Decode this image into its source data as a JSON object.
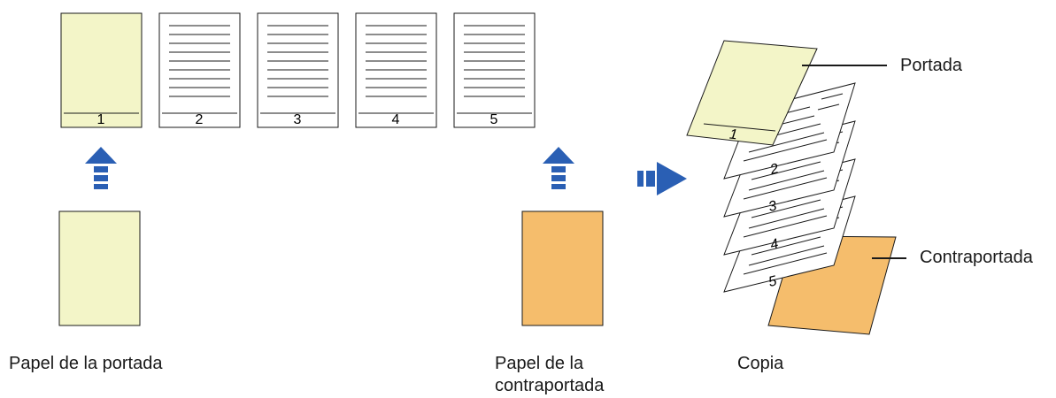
{
  "colors": {
    "cover_yellow": "#f3f5c8",
    "back_orange": "#f5bd6c",
    "arrow_blue": "#2a5fb4",
    "line": "#1a1a1a"
  },
  "icons": [
    "arrow-up-icon",
    "arrow-right-icon"
  ],
  "originals": {
    "pages": [
      "1",
      "2",
      "3",
      "4",
      "5"
    ]
  },
  "copy": {
    "pages": [
      "1",
      "2",
      "3",
      "4",
      "5"
    ]
  },
  "labels": {
    "front_cover_paper": "Papel de la portada",
    "back_cover_paper_line1": "Papel de la",
    "back_cover_paper_line2": "contraportada",
    "copy": "Copia",
    "front_cover": "Portada",
    "back_cover": "Contraportada"
  }
}
